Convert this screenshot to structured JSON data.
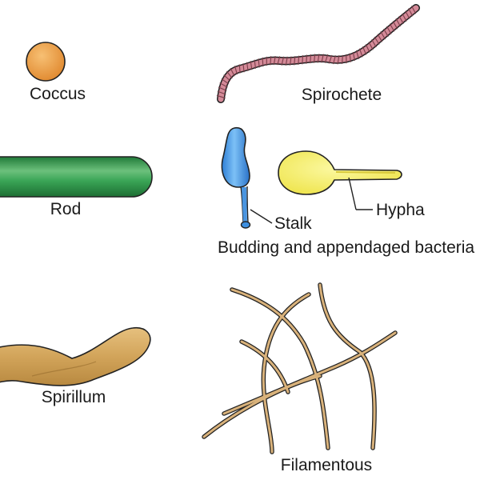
{
  "labels": {
    "coccus": "Coccus",
    "spirochete": "Spirochete",
    "rod": "Rod",
    "stalk": "Stalk",
    "hypha": "Hypha",
    "budding": "Budding and appendaged bacteria",
    "spirillum": "Spirillum",
    "filamentous": "Filamentous"
  },
  "colors": {
    "coccus": "#e89a40",
    "spirochete": "#c77a88",
    "rod": "#2f9a4c",
    "budding_cell": "#3d8fe0",
    "hyphal_cell": "#f1ec52",
    "spirillum": "#d3a65e",
    "filaments": "#b48a5a",
    "outline": "#222222"
  }
}
